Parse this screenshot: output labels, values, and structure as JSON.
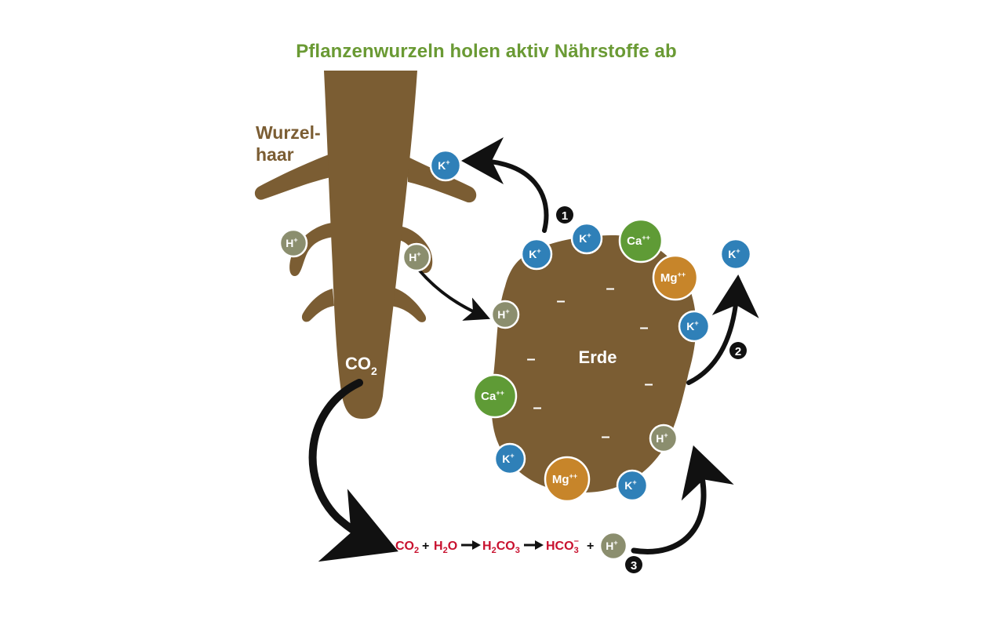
{
  "title": "Pflanzenwurzeln holen aktiv Nährstoffe ab",
  "root_hair_label_line1": "Wurzel-",
  "root_hair_label_line2": "haar",
  "soil_label": "Erde",
  "co2_root": {
    "base": "CO",
    "sub": "2"
  },
  "step_markers": [
    "1",
    "2",
    "3"
  ],
  "ions": {
    "k": {
      "base": "K",
      "sup": "+"
    },
    "h": {
      "base": "H",
      "sup": "+"
    },
    "ca": {
      "base": "Ca",
      "sup": "++"
    },
    "mg": {
      "base": "Mg",
      "sup": "++"
    }
  },
  "negative_sign": "–",
  "equation": {
    "co2": {
      "base": "CO",
      "sub": "2"
    },
    "plus": "+",
    "h2o": {
      "a": "H",
      "sub": "2",
      "b": "O"
    },
    "h2co3": {
      "a": "H",
      "sub1": "2",
      "b": "CO",
      "sub2": "3"
    },
    "hco3": {
      "base": "HCO",
      "sub": "3",
      "sup": "–"
    },
    "plus2": "+"
  },
  "colors": {
    "title": "#6a9a34",
    "root": "#7b5d33",
    "soil": "#7b5d33",
    "k_ion": "#2f80b8",
    "h_ion": "#8b8e6e",
    "ca_ion": "#5f9b36",
    "mg_ion": "#c7852a",
    "equation_text": "#c8102e",
    "arrow": "#111111"
  }
}
